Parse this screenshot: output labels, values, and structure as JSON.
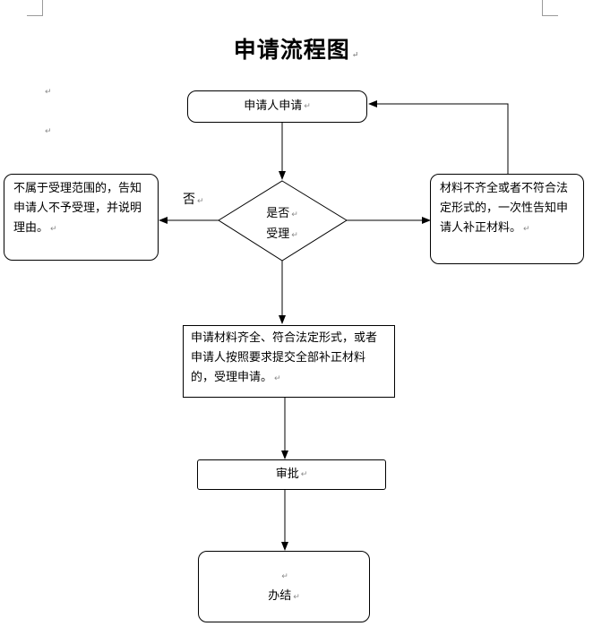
{
  "title": "申请流程图",
  "paragraph_mark": "↵",
  "nodes": {
    "apply": "申请人申请",
    "decision": [
      "是否",
      "受理"
    ],
    "reject": "不属于受理范围的，告知申请人不予受理，并说明理由。",
    "supplement": "材料不齐全或者不符合法定形式的，一次性告知申请人补正材料。",
    "accept": "申请材料齐全、符合法定形式，或者申请人按照要求提交全部补正材料的，受理申请。",
    "approve": "审批",
    "finish": "办结"
  },
  "edge_labels": {
    "no": "否"
  }
}
